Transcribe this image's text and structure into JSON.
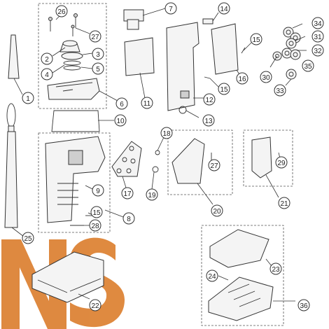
{
  "watermark": {
    "text": "NS",
    "color": "#d9751f"
  },
  "callouts": {
    "c1": "1",
    "c2": "2",
    "c3": "3",
    "c4": "4",
    "c5": "5",
    "c6": "6",
    "c7": "7",
    "c8": "8",
    "c9": "9",
    "c10": "10",
    "c11": "11",
    "c12": "12",
    "c13": "13",
    "c14": "14",
    "c15a": "15",
    "c15b": "15",
    "c15c": "15",
    "c16": "16",
    "c17": "17",
    "c18": "18",
    "c19": "19",
    "c20": "20",
    "c21": "21",
    "c22": "22",
    "c23": "23",
    "c24": "24",
    "c25": "25",
    "c26": "26",
    "c27a": "27",
    "c27b": "27",
    "c28": "28",
    "c29": "29",
    "c30": "30",
    "c31": "31",
    "c32": "32",
    "c33": "33",
    "c34": "34",
    "c35": "35",
    "c36": "36"
  }
}
